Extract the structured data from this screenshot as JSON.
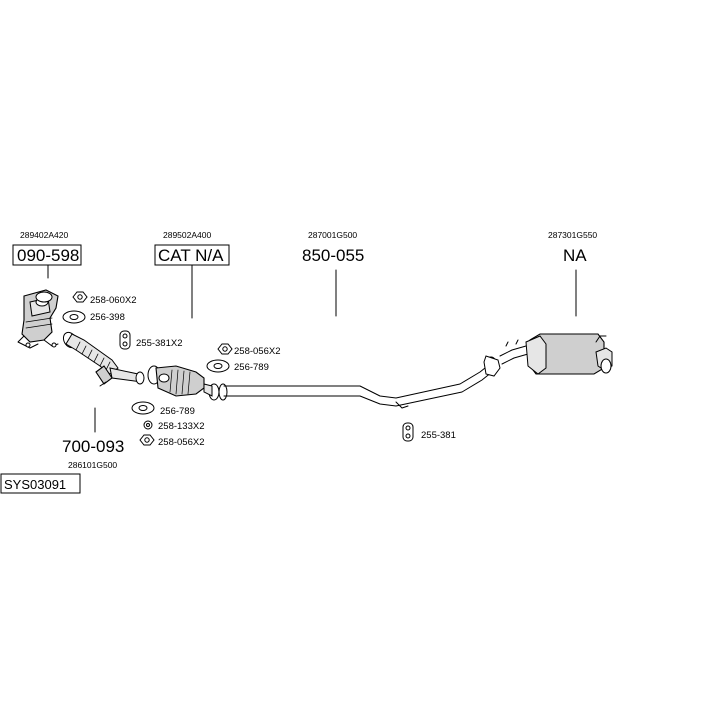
{
  "groups": [
    {
      "oe_number": "289402A420",
      "main_number": "090-598"
    },
    {
      "oe_number": "289502A400",
      "main_number": "CAT N/A"
    },
    {
      "oe_number": "287001G500",
      "main_number": "850-055"
    },
    {
      "oe_number": "287301G550",
      "main_number": "NA"
    },
    {
      "oe_number": "286101G500",
      "main_number": "700-093"
    }
  ],
  "system_number": "SYS03091",
  "parts": [
    {
      "label": "258-060X2",
      "icon": "nut-icon"
    },
    {
      "label": "256-398",
      "icon": "gasket-icon"
    },
    {
      "label": "255-381X2",
      "icon": "rubber-mount-icon"
    },
    {
      "label": "258-056X2",
      "icon": "nut-icon"
    },
    {
      "label": "256-789",
      "icon": "gasket-icon"
    },
    {
      "label": "256-789",
      "icon": "gasket-icon"
    },
    {
      "label": "258-133X2",
      "icon": "washer-icon"
    },
    {
      "label": "258-056X2",
      "icon": "nut-icon"
    },
    {
      "label": "255-381",
      "icon": "rubber-mount-icon"
    }
  ]
}
